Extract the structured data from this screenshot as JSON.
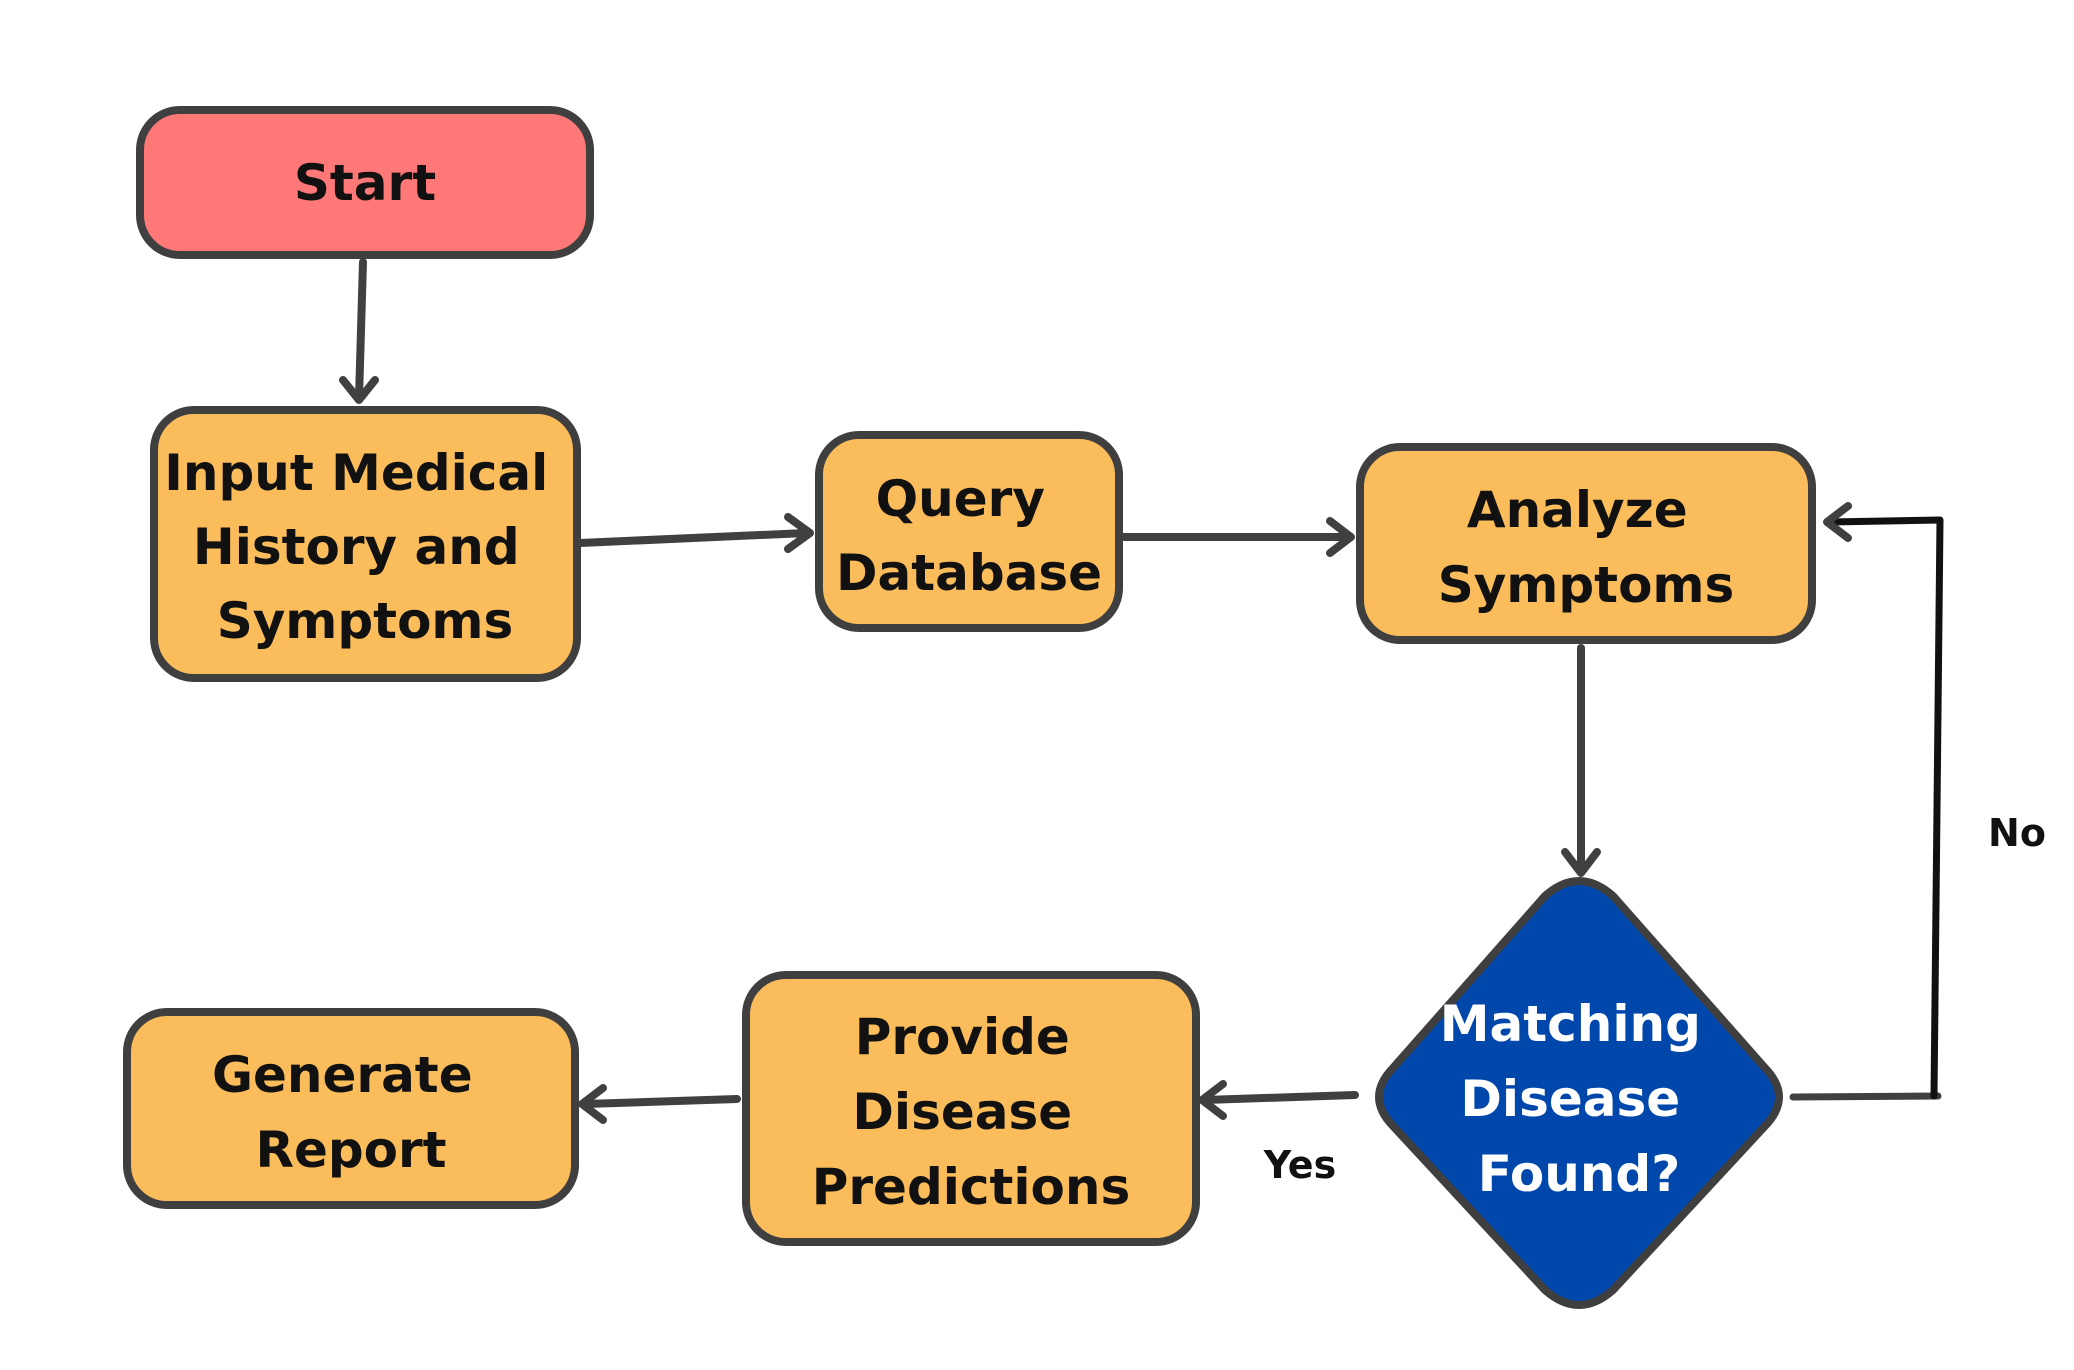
{
  "colors": {
    "start_fill": "#FF7878",
    "process_fill": "#FBBD5B",
    "decision_fill": "#0047AB",
    "stroke": "#3F3F3F",
    "text_dark": "#111111",
    "text_light": "#FFFFFF",
    "no_line": "#000000"
  },
  "nodes": {
    "start": {
      "lines": [
        "Start"
      ]
    },
    "input": {
      "lines": [
        "Input Medical",
        "History and",
        "Symptoms"
      ]
    },
    "query": {
      "lines": [
        "Query",
        "Database"
      ]
    },
    "analyze": {
      "lines": [
        "Analyze",
        "Symptoms"
      ]
    },
    "decision": {
      "lines": [
        "Matching",
        "Disease",
        "Found?"
      ]
    },
    "predict": {
      "lines": [
        "Provide",
        "Disease",
        "Predictions"
      ]
    },
    "report": {
      "lines": [
        "Generate",
        "Report"
      ]
    }
  },
  "edges": {
    "yes_label": "Yes",
    "no_label": "No"
  }
}
